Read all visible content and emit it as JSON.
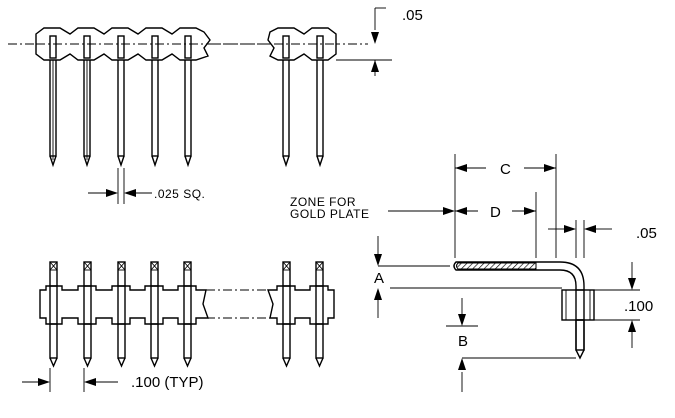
{
  "labels": {
    "pitch_top": ".05",
    "pin_square": ".025 SQ.",
    "zone_line1": "ZONE FOR",
    "zone_line2": "GOLD PLATE",
    "dim_c": "C",
    "dim_d": "D",
    "offset_right": ".05",
    "dim_a": "A",
    "dim_b": "B",
    "body_height": ".100",
    "pitch_typ": ".100 (TYP)"
  },
  "colors": {
    "line": "#000000",
    "background": "#ffffff"
  }
}
